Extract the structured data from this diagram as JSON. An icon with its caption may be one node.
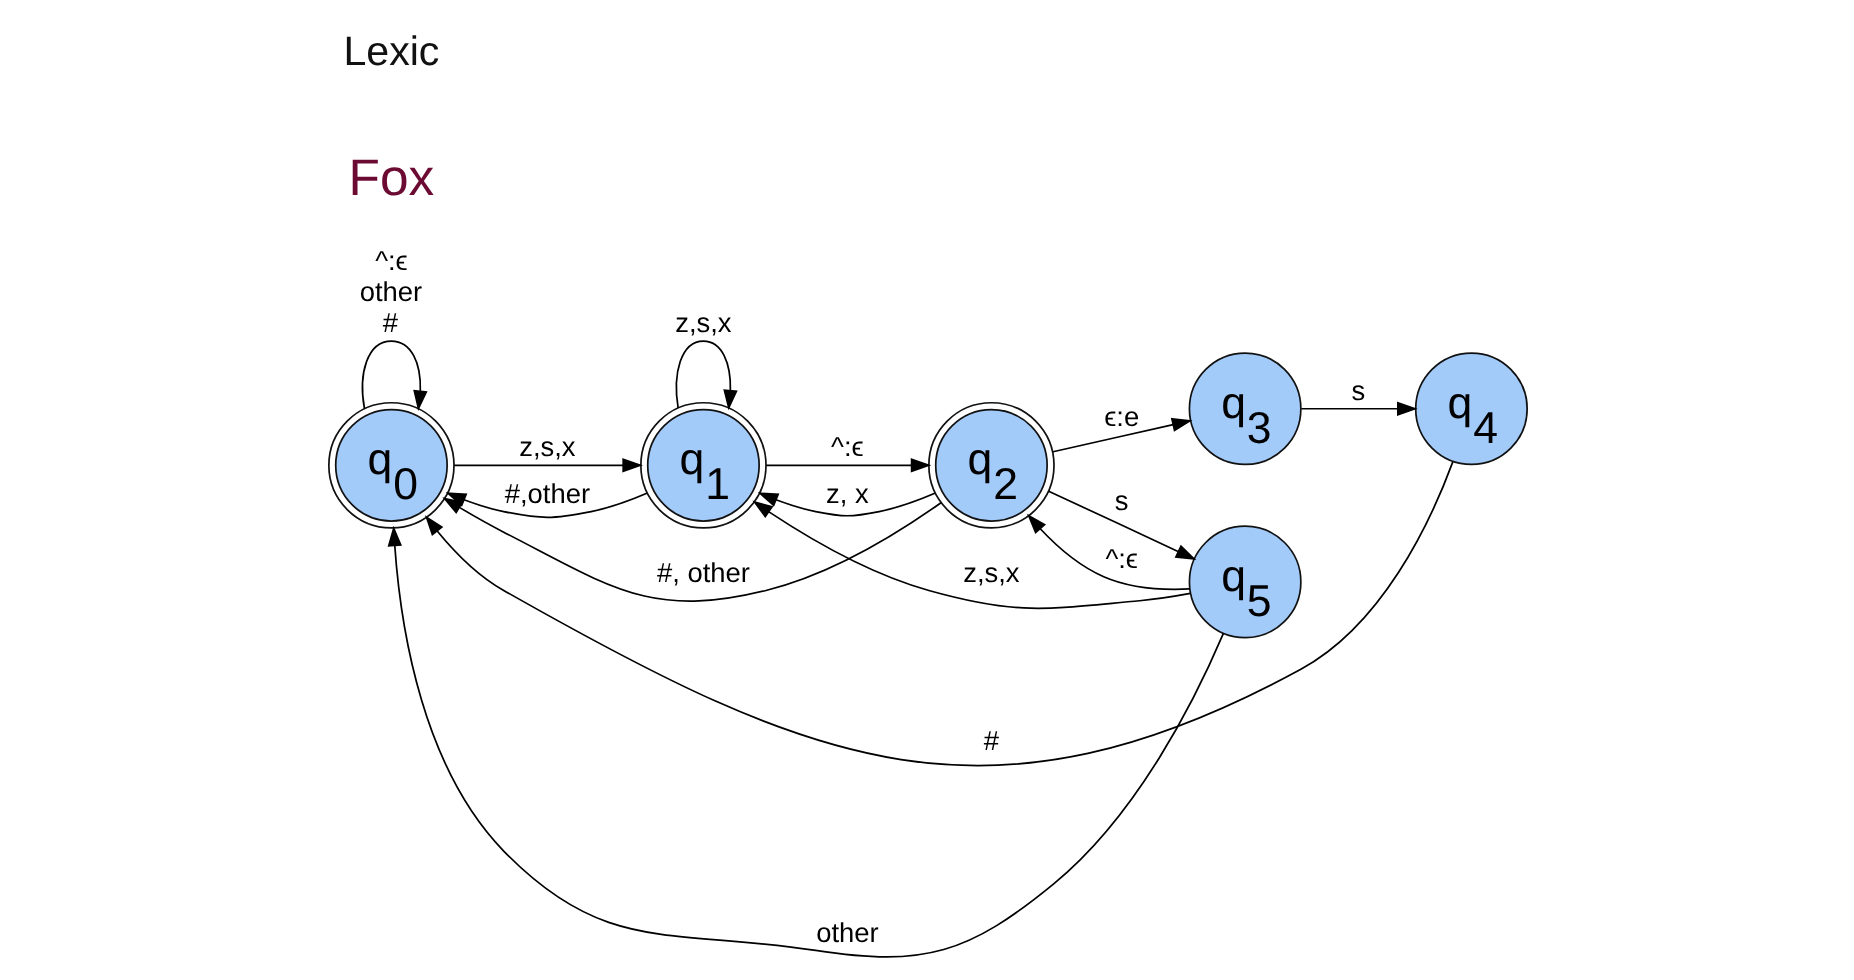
{
  "diagram": {
    "nodes": [
      {
        "text": [
          "q$_{0}$"
        ]
      },
      {
        "text": [
          "q$_{1}$"
        ]
      },
      {
        "text": [
          "q$_{2}$"
        ]
      },
      {
        "text": [
          "q$_{3}$"
        ]
      },
      {
        "text": [
          "q$_{4}$"
        ]
      },
      {
        "text": [
          "q$_{5}$"
        ]
      }
    ],
    "edges": [
      {
        "from": 0,
        "to": 0,
        "arrow": "to",
        "label": "^:ϵ other #"
      },
      {
        "from": 0,
        "to": 1,
        "arrow": "to",
        "label": "z,s,x"
      },
      {
        "from": 1,
        "to": 0,
        "arrow": "to",
        "label": "#,other"
      },
      {
        "from": 1,
        "to": 1,
        "arrow": "to",
        "label": "z,s,x"
      },
      {
        "from": 1,
        "to": 2,
        "arrow": "to",
        "label": "^:ϵ"
      },
      {
        "from": 2,
        "to": 1,
        "arrow": "to",
        "label": "z, x"
      },
      {
        "from": 2,
        "to": 5,
        "arrow": "to",
        "label": "s"
      },
      {
        "from": 5,
        "to": 2,
        "arrow": "to",
        "label": "^:ϵ"
      },
      {
        "from": 5,
        "to": 1,
        "arrow": "to",
        "label": "z,s,x"
      },
      {
        "from": 5,
        "to": 0,
        "arrow": "to",
        "label": "other"
      },
      {
        "from": 2,
        "to": 3,
        "arrow": "to",
        "label": "ϵ:e"
      },
      {
        "from": 3,
        "to": 4,
        "arrow": "to",
        "label": "s"
      },
      {
        "from": 2,
        "to": 0,
        "arrow": "to",
        "label": "#, other"
      },
      {
        "from": 4,
        "to": 0,
        "arrow": "to",
        "label": "#"
      }
    ],
    "labels": [
      "Fox",
      "Lexic"
    ]
  }
}
